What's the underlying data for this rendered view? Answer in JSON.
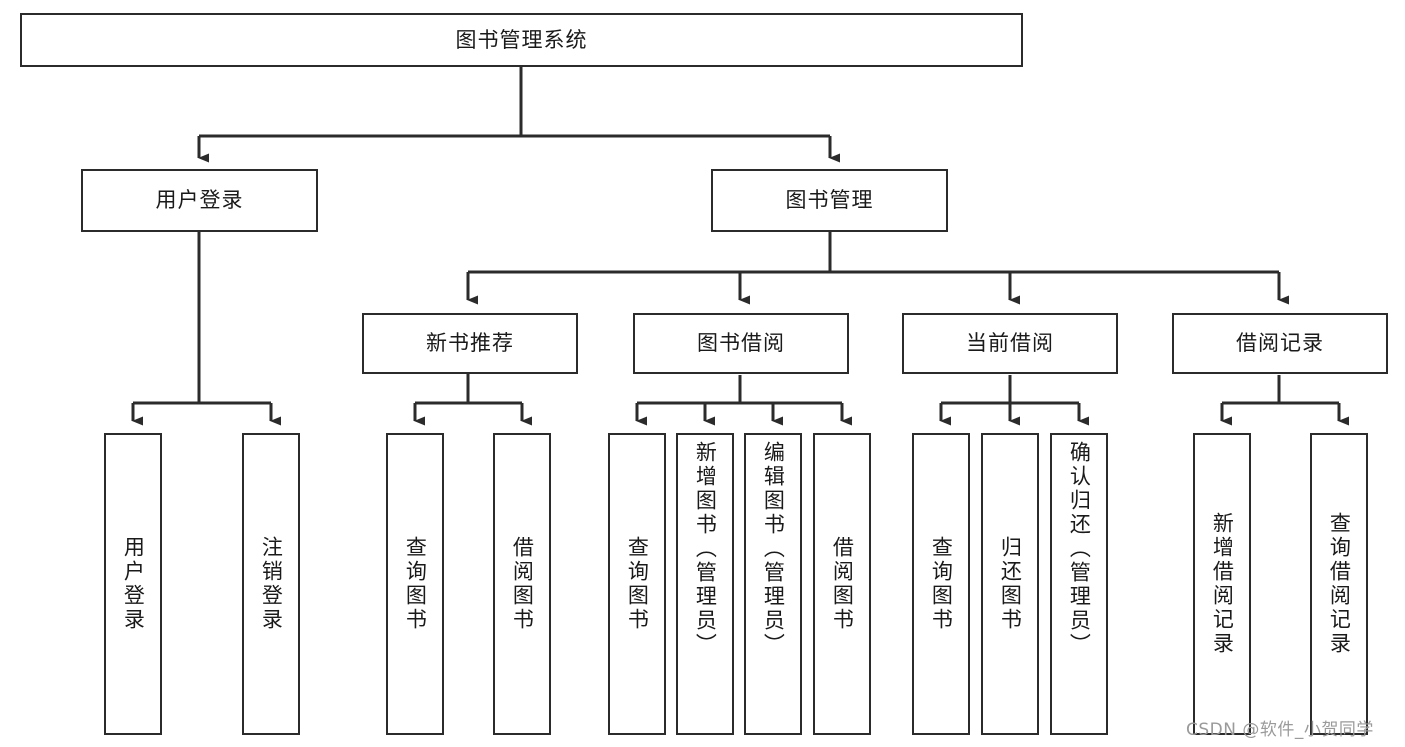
{
  "diagram": {
    "title": "图书管理系统",
    "type": "function-structure-tree",
    "levels": 4,
    "line_color": "#2b2b2b",
    "box_fill": "#ffffff",
    "text_color": "#1a1a1a"
  },
  "nodes": {
    "root": {
      "label": "图书管理系统"
    },
    "level2": [
      {
        "label": "用户登录"
      },
      {
        "label": "图书管理"
      }
    ],
    "level3": [
      {
        "label": "新书推荐"
      },
      {
        "label": "图书借阅"
      },
      {
        "label": "当前借阅"
      },
      {
        "label": "借阅记录"
      }
    ],
    "leaves": {
      "user_login": [
        {
          "label": "用户登录"
        },
        {
          "label": "注销登录"
        }
      ],
      "new_book_recommend": [
        {
          "label": "查询图书"
        },
        {
          "label": "借阅图书"
        }
      ],
      "book_borrow": [
        {
          "label": "查询图书"
        },
        {
          "label": "新增图书（管理员）"
        },
        {
          "label": "编辑图书（管理员）"
        },
        {
          "label": "借阅图书"
        }
      ],
      "current_borrow": [
        {
          "label": "查询图书"
        },
        {
          "label": "归还图书"
        },
        {
          "label": "确认归还（管理员）"
        }
      ],
      "borrow_record": [
        {
          "label": "新增借阅记录"
        },
        {
          "label": "查询借阅记录"
        }
      ]
    }
  },
  "watermark": {
    "text": "CSDN @软件_小贺同学"
  }
}
